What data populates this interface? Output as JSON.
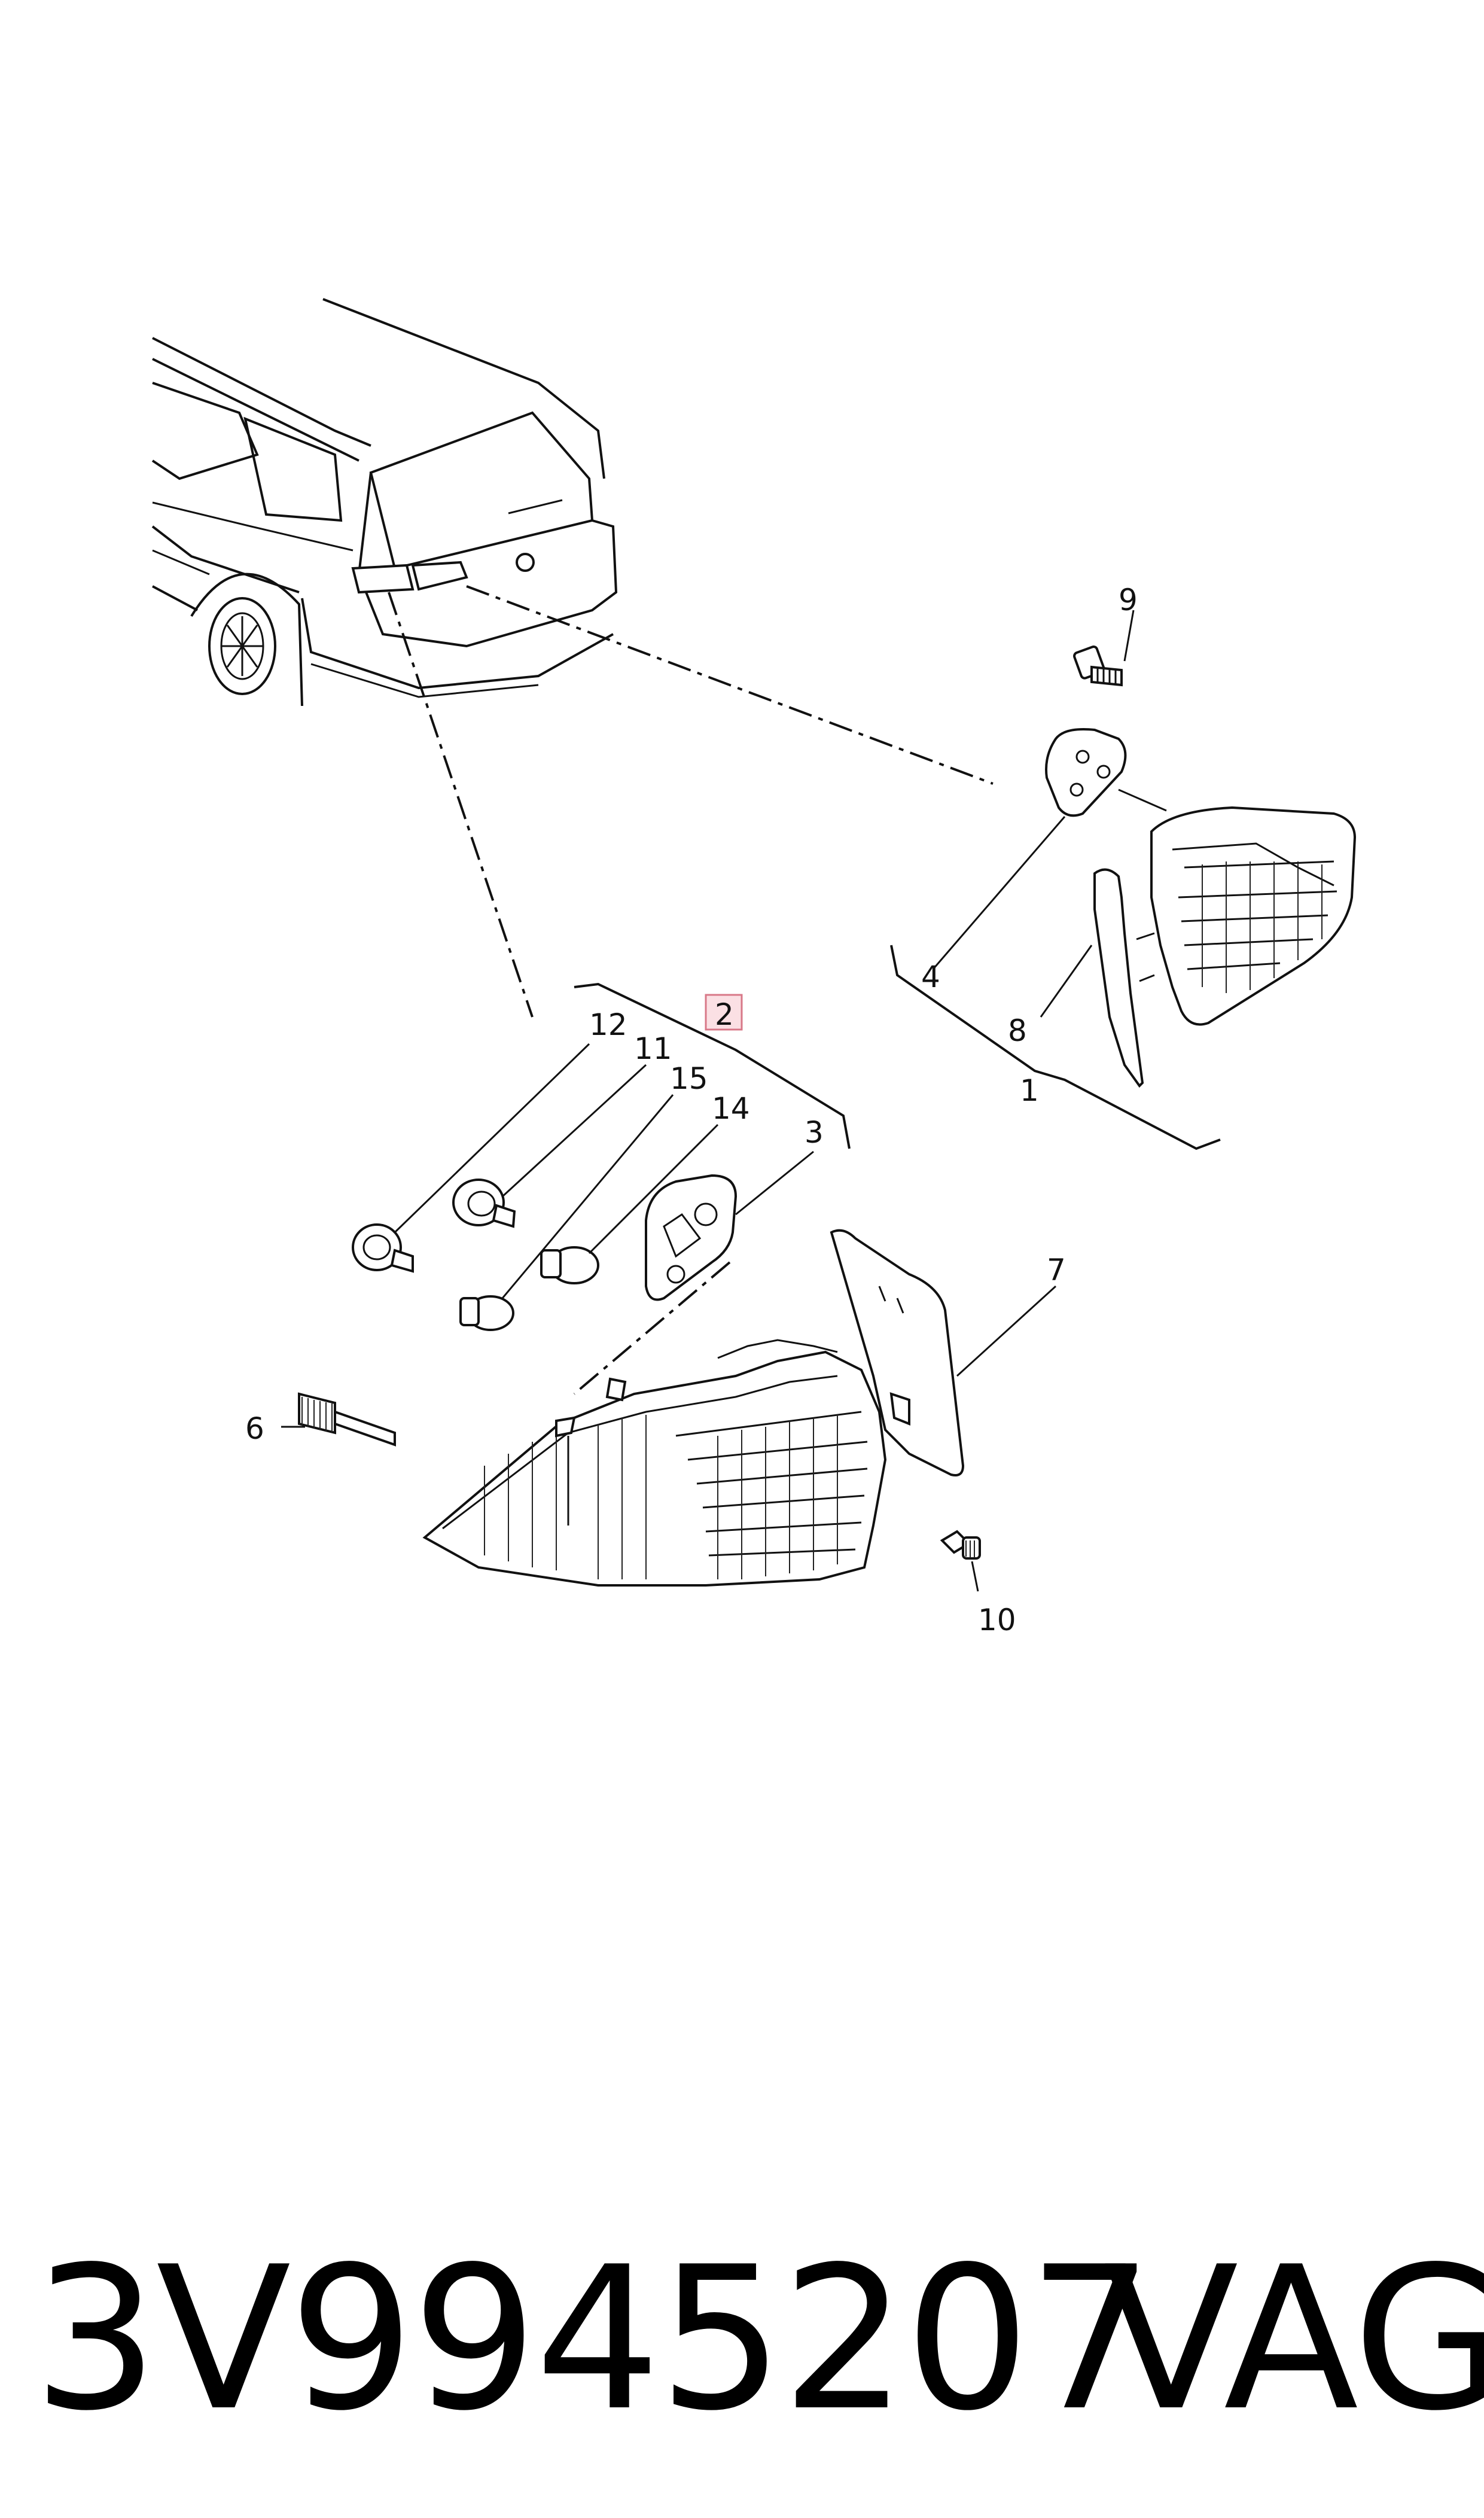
{
  "diagram": {
    "callouts": [
      "1",
      "2",
      "3",
      "4",
      "6",
      "7",
      "8",
      "9",
      "10",
      "11",
      "12",
      "14",
      "15"
    ],
    "highlighted_callout": "2",
    "highlight_color": "#e8a0a8"
  },
  "footer": {
    "part_number": "3V9945207",
    "brand": "VAG"
  }
}
